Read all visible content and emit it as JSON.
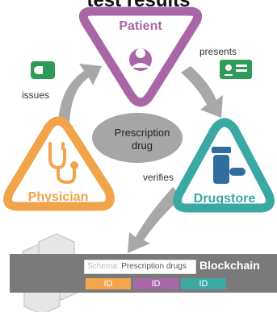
{
  "title": "test results",
  "nodes": {
    "patient": {
      "label": "Patient",
      "color": "#a866a6"
    },
    "physician": {
      "label": "Physician",
      "color": "#f2a44a"
    },
    "drugstore": {
      "label": "Drugstore",
      "color": "#3aa9a3"
    }
  },
  "center": {
    "label": "Prescription drug",
    "color": "#a6a6a6"
  },
  "edges": {
    "issues": "issues",
    "presents": "presents",
    "verifies": "verifies"
  },
  "blockchain": {
    "title": "Blockchain",
    "schema_key": "Schema:",
    "schema_value": "Prescription drugs",
    "ids": [
      "ID",
      "ID",
      "ID"
    ],
    "id_colors": [
      "#f2a54a",
      "#a867a6",
      "#3aa9a3"
    ]
  },
  "icons": [
    "user-icon",
    "stethoscope-icon",
    "pill-bottle-icon",
    "prescription-card-icon",
    "pill-icon",
    "blocks-icon",
    "arrow-icon"
  ]
}
